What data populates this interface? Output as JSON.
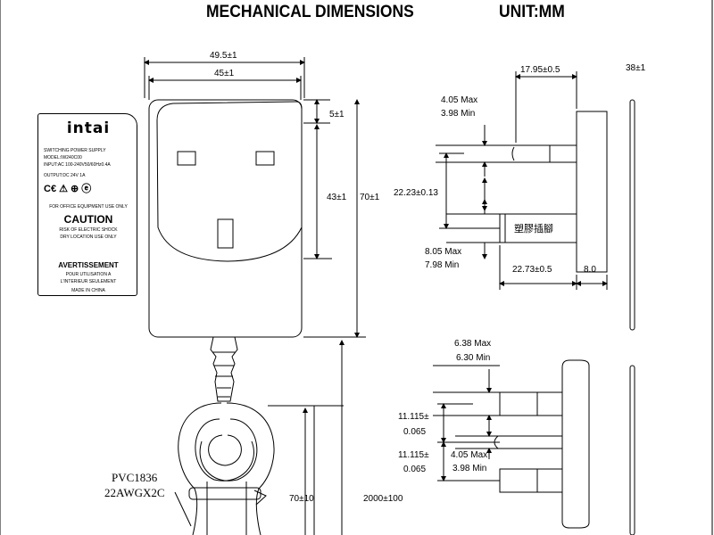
{
  "header": {
    "title": "MECHANICAL DIMENSIONS",
    "unit": "UNIT:MM"
  },
  "label": {
    "logo": "intai",
    "lines": [
      "SWITCHING POWER SUPPLY",
      "MODEL:IW240C00",
      "INPUT:AC 100-240V50/60Hz0.4A",
      "OUTPUT:DC 24V 1A"
    ],
    "office_use": "FOR OFFICE EQUIPMENT USE ONLY",
    "caution": "CAUTION",
    "risk": "RISK OF ELECTRIC SHOCK",
    "dry": "DRY LOCATION USE ONLY",
    "avertissement": "AVERTISSEMENT",
    "pour": "POUR UTILISATION A",
    "interieur": "L'INTERIEUR SEULEMENT",
    "made_in": "MADE IN CHINA"
  },
  "front_view": {
    "width_outer": "49.5±1",
    "width_inner": "45±1",
    "top_offset": "5±1",
    "height_inner": "43±1",
    "height_outer": "70±1",
    "cable_type_1": "PVC1836",
    "cable_type_2": "22AWGX2C",
    "strain_relief": "70±10",
    "cable_length": "2000±100"
  },
  "side_view": {
    "depth": "17.95±0.5",
    "pin_max": "4.05 Max",
    "pin_min": "3.98 Min",
    "pin_spacing": "22.23±0.13",
    "ground_max": "8.05 Max",
    "ground_min": "7.98 Min",
    "insulation": "塑膠插腳",
    "pin_length": "22.73±0.5",
    "base": "8.0",
    "thickness": "38±1"
  },
  "bottom_view": {
    "pin_max": "6.38 Max",
    "pin_min": "6.30 Min",
    "spacing_1": "11.115±",
    "tol_1": "0.065",
    "spacing_2": "11.115±",
    "tol_2": "0.065",
    "small_pin_max": "4.05 Max",
    "small_pin_min": "3.98 Min"
  }
}
